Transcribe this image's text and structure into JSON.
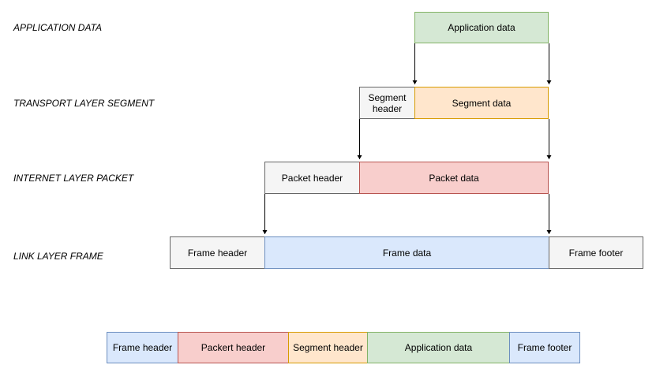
{
  "layer_labels": {
    "application": "APPLICATION DATA",
    "transport": "TRANSPORT LAYER SEGMENT",
    "internet": "INTERNET LAYER PACKET",
    "link": "LINK LAYER FRAME"
  },
  "boxes": {
    "application_data": "Application data",
    "segment_header": "Segment header",
    "segment_data": "Segment data",
    "packet_header": "Packet header",
    "packet_data": "Packet data",
    "frame_header": "Frame header",
    "frame_data": "Frame data",
    "frame_footer": "Frame footer"
  },
  "composite_frame": {
    "frame_header": "Frame header",
    "packet_header": "Packert header",
    "segment_header": "Segment header",
    "application_data": "Application data",
    "frame_footer": "Frame footer"
  },
  "colors": {
    "green_fill": "#d5e8d4",
    "green_border": "#82b366",
    "orange_fill": "#ffe6cc",
    "orange_border": "#d79b00",
    "red_fill": "#f8cecc",
    "red_border": "#b85450",
    "blue_fill": "#dae8fc",
    "blue_border": "#6c8ebf",
    "gray_fill": "#f5f5f5",
    "gray_border": "#666666",
    "arrow": "#000000"
  }
}
